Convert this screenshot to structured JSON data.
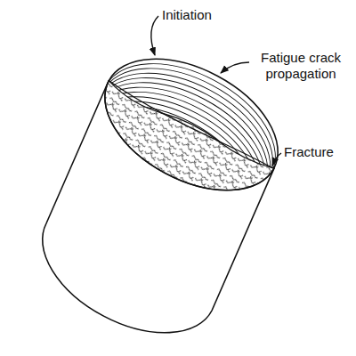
{
  "diagram": {
    "labels": [
      "Initiation",
      "Fatigue crack propagation",
      "Fracture"
    ]
  }
}
